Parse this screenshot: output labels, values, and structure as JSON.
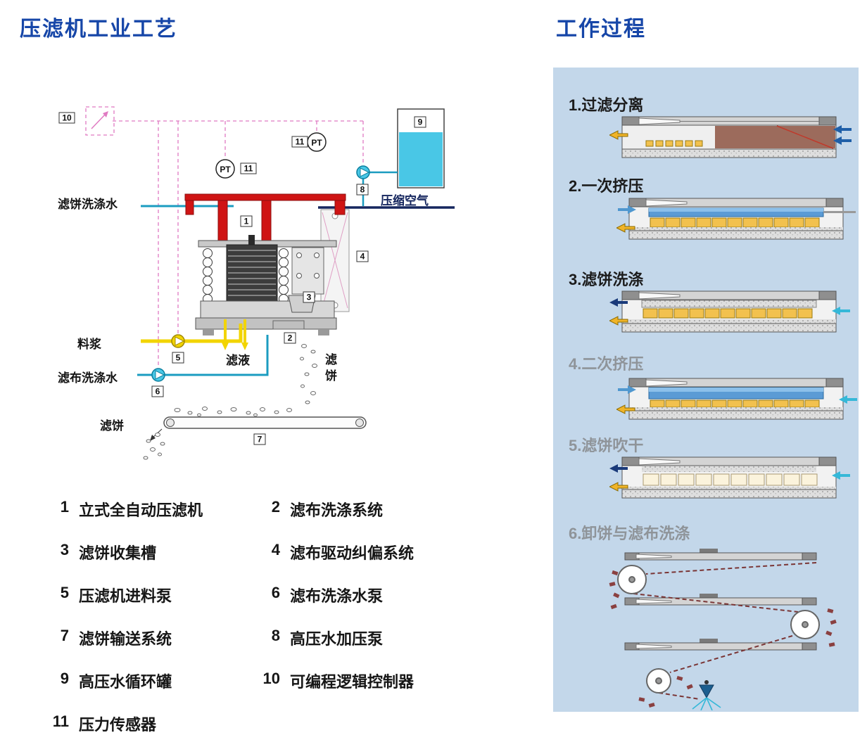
{
  "palette": {
    "title-blue": "#1646a8",
    "panel-blue": "#c3d7ea",
    "label-navy": "#15265e",
    "accent-red": "#cf1414",
    "water-cyan": "#49c7e6",
    "slurry-yellow": "#f2d400"
  },
  "left": {
    "title": "压滤机工业工艺",
    "diagram_labels": {
      "cake_wash_water": "滤饼洗涤水",
      "compressed_air": "压缩空气",
      "slurry": "料浆",
      "filtrate": "滤液",
      "cloth_wash_water": "滤布洗涤水",
      "cake_side": "滤饼",
      "cake_bottom": "滤饼"
    },
    "tags": {
      "n1": "1",
      "n2": "2",
      "n3": "3",
      "n4": "4",
      "n5": "5",
      "n6": "6",
      "n7": "7",
      "n8": "8",
      "n9": "9",
      "n10": "10",
      "n11": "11",
      "pt": "PT"
    },
    "legend": [
      {
        "num": "1",
        "text": "立式全自动压滤机"
      },
      {
        "num": "2",
        "text": "滤布洗涤系统"
      },
      {
        "num": "3",
        "text": "滤饼收集槽"
      },
      {
        "num": "4",
        "text": "滤布驱动纠偏系统"
      },
      {
        "num": "5",
        "text": "压滤机进料泵"
      },
      {
        "num": "6",
        "text": "滤布洗涤水泵"
      },
      {
        "num": "7",
        "text": "滤饼输送系统"
      },
      {
        "num": "8",
        "text": "高压水加压泵"
      },
      {
        "num": "9",
        "text": "高压水循环罐"
      },
      {
        "num": "10",
        "text": "可编程逻辑控制器"
      },
      {
        "num": "11",
        "text": "压力传感器"
      }
    ]
  },
  "right": {
    "title": "工作过程",
    "steps": [
      {
        "label": "1.过滤分离"
      },
      {
        "label": "2.一次挤压"
      },
      {
        "label": "3.滤饼洗涤"
      },
      {
        "label": "4.二次挤压"
      },
      {
        "label": "5.滤饼吹干"
      },
      {
        "label": "6.卸饼与滤布洗涤"
      }
    ]
  }
}
